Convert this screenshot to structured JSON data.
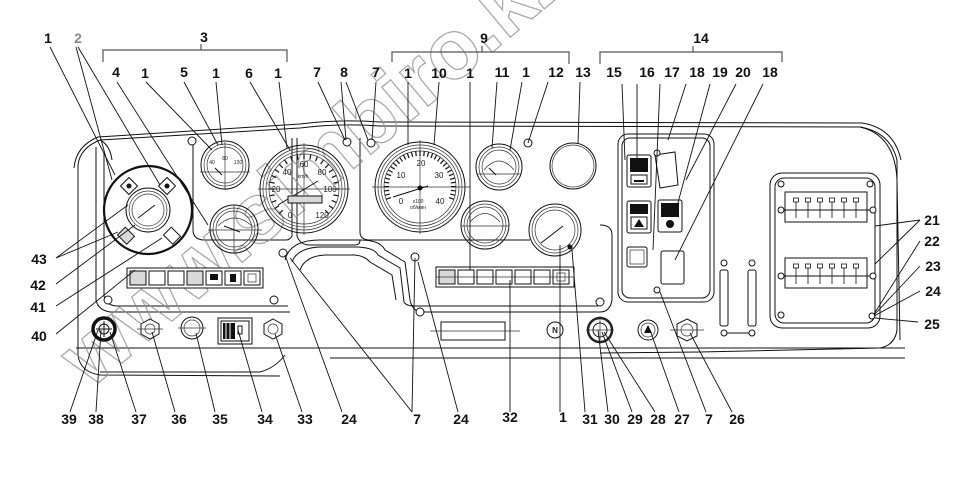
{
  "diagram": {
    "title": "Instrument panel (dashboard) component layout",
    "watermark": "www.simbiro.kz",
    "group_brackets": [
      {
        "label": "3",
        "id": "bracket-3"
      },
      {
        "label": "9",
        "id": "bracket-9"
      },
      {
        "label": "14",
        "id": "bracket-14"
      }
    ],
    "top_callouts": [
      "1",
      "2",
      "4",
      "1",
      "5",
      "1",
      "6",
      "1",
      "7",
      "8",
      "7",
      "1",
      "10",
      "1",
      "11",
      "1",
      "12",
      "13",
      "15",
      "16",
      "17",
      "18",
      "19",
      "20",
      "18"
    ],
    "right_callouts": [
      "21",
      "22",
      "23",
      "24",
      "25"
    ],
    "left_callouts": [
      "43",
      "42",
      "41",
      "40"
    ],
    "bottom_callouts": [
      "39",
      "38",
      "37",
      "36",
      "35",
      "34",
      "33",
      "24",
      "7",
      "24",
      "32",
      "1",
      "31",
      "30",
      "29",
      "28",
      "27",
      "7",
      "26"
    ],
    "gauge_labels": {
      "speedometer": {
        "ticks": [
          "0",
          "20",
          "40",
          "60",
          "80",
          "100",
          "120"
        ],
        "unit": "km/h"
      },
      "tachometer": {
        "ticks": [
          "0",
          "10",
          "20",
          "30",
          "40"
        ],
        "unit_line1": "x100",
        "unit_line2": "об/мин"
      },
      "small_gauge_ticks": [
        "40",
        "80",
        "120"
      ]
    }
  }
}
